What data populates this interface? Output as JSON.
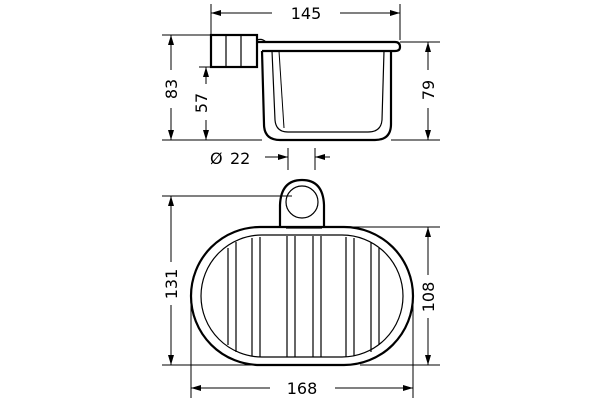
{
  "dimensions": {
    "top_width": "145",
    "top_height_total": "83",
    "top_height_mount": "57",
    "top_height_basket": "79",
    "diameter_prefix": "Ø",
    "diameter_value": "22",
    "bottom_height_total": "131",
    "bottom_height_basket": "108",
    "bottom_width": "168"
  }
}
